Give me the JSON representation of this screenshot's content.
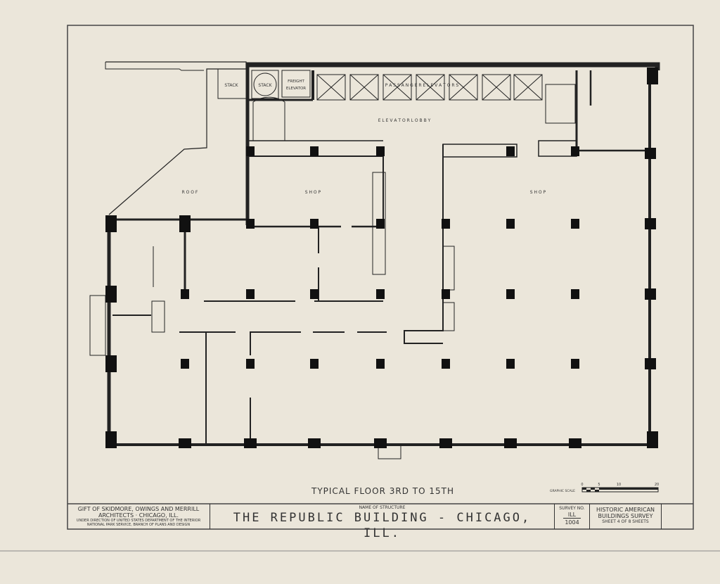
{
  "plan": {
    "rooms": {
      "stack_1": "STACK",
      "stack_2": "STACK",
      "freight_elevator_1": "FREIGHT",
      "freight_elevator_2": "ELEVATOR",
      "passenger_elevators": "P A S S A N G E R        E L E V A T O R S",
      "elevator_lobby": "E L E V A T O R     L O B B Y",
      "roof": "R O O F",
      "shop_1": "S H O P",
      "shop_2": "S H O P"
    },
    "drawing_title": "TYPICAL  FLOOR  3RD  TO  15TH",
    "graphic_scale": {
      "label": "GRAPHIC SCALE",
      "ticks": [
        "0",
        "5",
        "10",
        "20"
      ]
    }
  },
  "title_block": {
    "gift_line1": "GIFT OF SKIDMORE, OWINGS AND MERRILL",
    "gift_line2": "ARCHITECTS  ·  CHICAGO, ILL.",
    "direction_line1": "UNDER DIRECTION OF UNITED STATES DEPARTMENT OF THE INTERIOR",
    "direction_line2": "NATIONAL PARK SERVICE, BRANCH OF PLANS AND DESIGN",
    "name_caption": "NAME OF STRUCTURE",
    "structure_name": "THE  REPUBLIC  BUILDING  -  CHICAGO, ILL.",
    "survey_caption": "SURVEY NO.",
    "survey_state": "ILL",
    "survey_number": "1004",
    "habs_line1": "HISTORIC AMERICAN",
    "habs_line2": "BUILDINGS SURVEY",
    "sheet_info": "SHEET 4 OF 8 SHEETS"
  }
}
